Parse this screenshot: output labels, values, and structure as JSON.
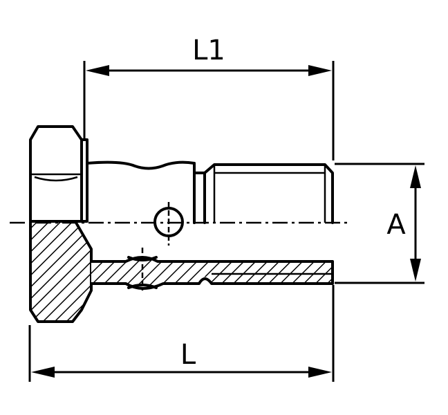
{
  "labels": {
    "overall_length": "L",
    "shank_length": "L1",
    "thread_diameter": "A"
  }
}
